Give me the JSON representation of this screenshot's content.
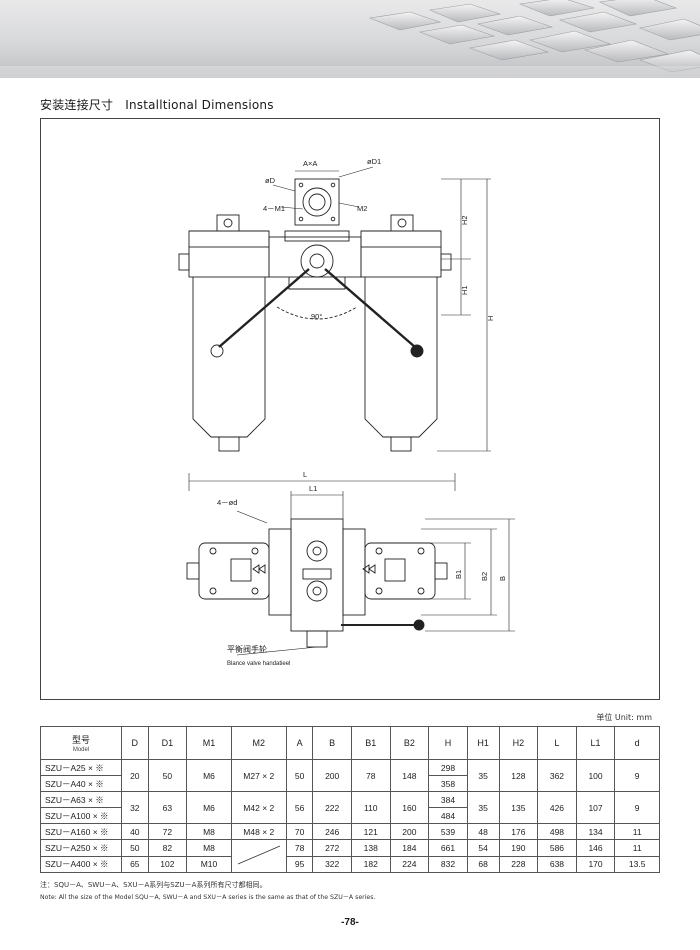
{
  "section_title": {
    "cn": "安装连接尺寸",
    "en": "Installtional Dimensions"
  },
  "drawing_labels": {
    "axa": "A×A",
    "od1": "øD1",
    "od": "øD",
    "m1": "4－M1",
    "m2": "M2",
    "h2": "H2",
    "h1": "H1",
    "h": "H",
    "deg": "90°",
    "l": "L",
    "l1": "L1",
    "od_bolt": "4－ød",
    "b1": "B1",
    "b2": "B2",
    "b": "B",
    "valve_cn": "平衡阀手轮",
    "valve_en": "Blance valve handatieel"
  },
  "unit_label": "单位 Unit: mm",
  "table": {
    "model_header_cn": "型号",
    "model_header_en": "Model",
    "headers": [
      "D",
      "D1",
      "M1",
      "M2",
      "A",
      "B",
      "B1",
      "B2",
      "H",
      "H1",
      "H2",
      "L",
      "L1",
      "d"
    ],
    "groups": [
      {
        "models": [
          "SZU－A25 × ※",
          "SZU－A40 × ※"
        ],
        "D": "20",
        "D1": "50",
        "M1": "M6",
        "M2": "M27 × 2",
        "A": "50",
        "B": "200",
        "B1": "78",
        "B2": "148",
        "H": [
          "298",
          "358"
        ],
        "H1": "35",
        "H2": "128",
        "L": "362",
        "L1": "100",
        "d": "9"
      },
      {
        "models": [
          "SZU－A63 × ※",
          "SZU－A100 × ※"
        ],
        "D": "32",
        "D1": "63",
        "M1": "M6",
        "M2": "M42 × 2",
        "A": "56",
        "B": "222",
        "B1": "110",
        "B2": "160",
        "H": [
          "384",
          "484"
        ],
        "H1": "35",
        "H2": "135",
        "L": "426",
        "L1": "107",
        "d": "9"
      },
      {
        "models": [
          "SZU－A160 × ※"
        ],
        "D": "40",
        "D1": "72",
        "M1": "M8",
        "M2": "M48 × 2",
        "A": "70",
        "B": "246",
        "B1": "121",
        "B2": "200",
        "H": [
          "539"
        ],
        "H1": "48",
        "H2": "176",
        "L": "498",
        "L1": "134",
        "d": "11"
      },
      {
        "models": [
          "SZU－A250 × ※"
        ],
        "D": "50",
        "D1": "82",
        "M1": "M8",
        "M2": "",
        "A": "78",
        "B": "272",
        "B1": "138",
        "B2": "184",
        "H": [
          "661"
        ],
        "H1": "54",
        "H2": "190",
        "L": "586",
        "L1": "146",
        "d": "11"
      },
      {
        "models": [
          "SZU－A400 × ※"
        ],
        "D": "65",
        "D1": "102",
        "M1": "M10",
        "M2": "",
        "A": "95",
        "B": "322",
        "B1": "182",
        "B2": "224",
        "H": [
          "832"
        ],
        "H1": "68",
        "H2": "228",
        "L": "638",
        "L1": "170",
        "d": "13.5"
      }
    ]
  },
  "note_cn": "注：SQU－A、SWU－A、SXU－A系列与SZU－A系列所有尺寸都相同。",
  "note_en": "Note: All the size of the Model SQU－A, SWU－A and SXU－A series is the same as that of the SZU－A series.",
  "page_number": "-78-"
}
